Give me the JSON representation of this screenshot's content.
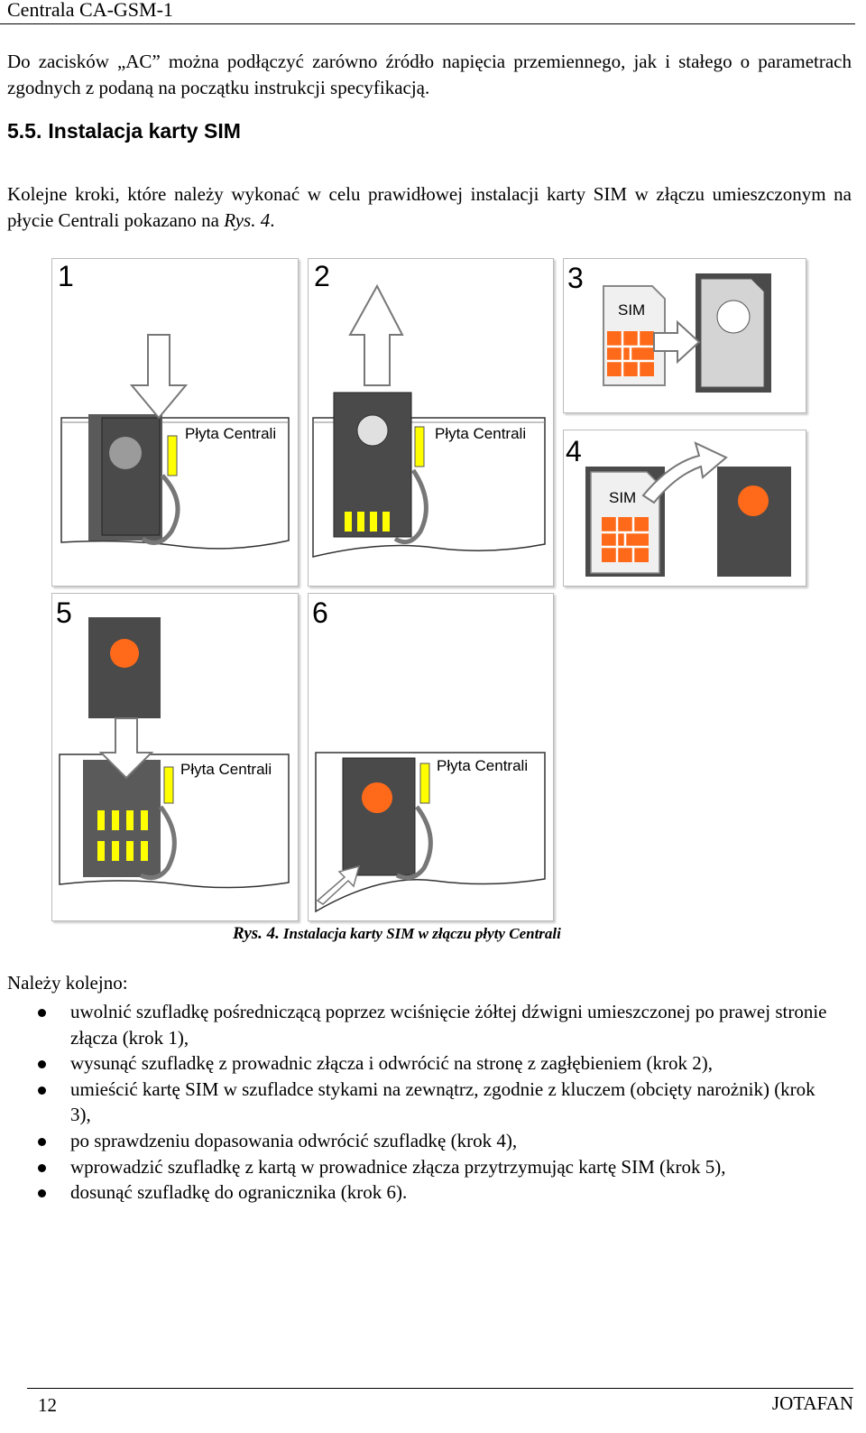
{
  "header": {
    "title": "Centrala CA-GSM-1"
  },
  "intro_paragraph": "Do zacisków „AC” można podłączyć zarówno źródło napięcia przemiennego, jak i stałego o parametrach zgodnych z podaną na początku instrukcji specyfikacją.",
  "section": {
    "number": "5.5.",
    "title": "Instalacja karty SIM"
  },
  "section_paragraph": {
    "text": "Kolejne kroki, które należy wykonać w celu prawidłowej instalacji karty SIM w złączu umieszczonym na płycie Centrali pokazano na ",
    "ref": "Rys. 4",
    "end": "."
  },
  "figure": {
    "panels": [
      {
        "step": "1",
        "label": "Płyta Centrali"
      },
      {
        "step": "2",
        "label": "Płyta Centrali"
      },
      {
        "step": "3",
        "label": "SIM"
      },
      {
        "step": "4",
        "label": "SIM"
      },
      {
        "step": "5",
        "label": "Płyta Centrali"
      },
      {
        "step": "6",
        "label": "Płyta Centrali"
      }
    ],
    "caption_ref": "Rys. 4.",
    "caption": "Instalacja karty SIM w złączu płyty Centrali"
  },
  "steps_intro": "Należy kolejno:",
  "steps": [
    "uwolnić szufladkę pośredniczącą poprzez wciśnięcie żółtej dźwigni umieszczonej po prawej stronie złącza (krok 1),",
    "wysunąć szufladkę z prowadnic złącza i odwrócić na stronę z zagłębieniem (krok 2),",
    "umieścić kartę SIM w szufladce stykami na zewnątrz, zgodnie z kluczem (obcięty narożnik) (krok 3),",
    "po sprawdzeniu dopasowania odwrócić szufladkę (krok 4),",
    "wprowadzić szufladkę z kartą w prowadnice złącza przytrzymując kartę SIM (krok 5),",
    "dosunąć szufladkę do ogranicznika (krok 6)."
  ],
  "footer": {
    "page_number": "12",
    "brand": "JOTAFAN"
  },
  "colors": {
    "tray": "#4a4a4a",
    "sim_chip": "#ff6a1a",
    "lever": "#ffff00",
    "panel_border": "#bbbbbb"
  }
}
